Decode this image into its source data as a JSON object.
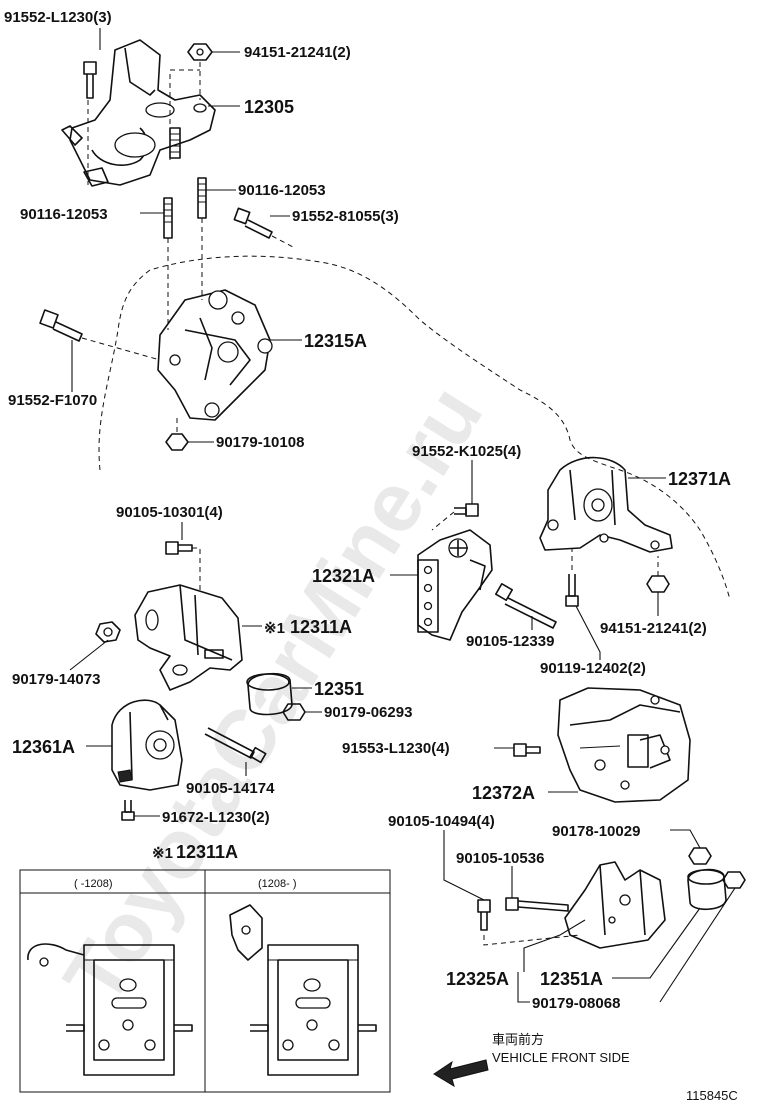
{
  "watermark": "ToyotaCarMine.ru",
  "labels": {
    "p91552_L1230_3": "91552-L1230(3)",
    "p94151_21241_2a": "94151-21241(2)",
    "p12305": "12305",
    "p90116_12053_a": "90116-12053",
    "p90116_12053_b": "90116-12053",
    "p91552_81055_3": "91552-81055(3)",
    "p12315A": "12315A",
    "p91552_F1070": "91552-F1070",
    "p90179_10108": "90179-10108",
    "p91552_K1025_4": "91552-K1025(4)",
    "p12371A": "12371A",
    "p90105_10301_4": "90105-10301(4)",
    "p12321A": "12321A",
    "p12311A_mark": "※1",
    "p12311A": "12311A",
    "p90105_12339": "90105-12339",
    "p94151_21241_2b": "94151-21241(2)",
    "p90179_14073": "90179-14073",
    "p90119_12402_2": "90119-12402(2)",
    "p12351_a": "12351",
    "p90179_06293": "90179-06293",
    "p12361A": "12361A",
    "p91553_L1230_4": "91553-L1230(4)",
    "p90105_14174": "90105-14174",
    "p12372A": "12372A",
    "p91672_L1230_2": "91672-L1230(2)",
    "p90105_10494_4": "90105-10494(4)",
    "p90178_10029": "90178-10029",
    "p90105_10536": "90105-10536",
    "p12325A": "12325A",
    "p12351A": "12351A",
    "p90179_08068": "90179-08068"
  },
  "inset": {
    "title_mark": "※1",
    "title": "12311A",
    "col_left": "(      -1208)",
    "col_right": "(1208-      )"
  },
  "direction": {
    "japanese": "車両前方",
    "english": "VEHICLE FRONT SIDE",
    "arrow_icon": "left-arrow-icon"
  },
  "figure_id": "115845C"
}
